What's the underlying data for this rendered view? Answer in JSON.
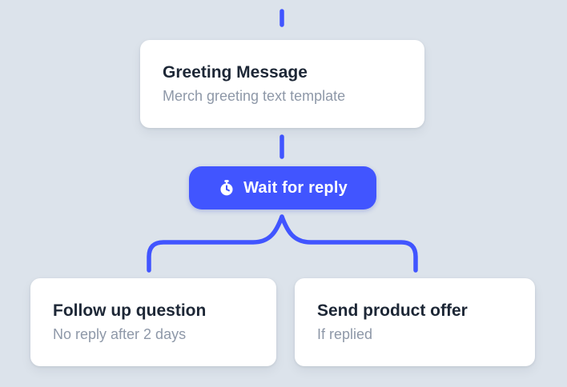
{
  "canvas": {
    "background": "#dce3eb",
    "accent": "#4155ff",
    "card_bg": "#ffffff",
    "title_color": "#1d2736",
    "subtitle_color": "#8e98a8"
  },
  "nodes": {
    "greeting": {
      "title": "Greeting Message",
      "subtitle": "Merch greeting text template"
    },
    "wait_button": {
      "label": "Wait for reply",
      "icon": "stopwatch-icon"
    },
    "follow_up": {
      "title": "Follow up question",
      "subtitle": "No reply after 2 days"
    },
    "product_offer": {
      "title": "Send product offer",
      "subtitle": "If replied"
    }
  }
}
